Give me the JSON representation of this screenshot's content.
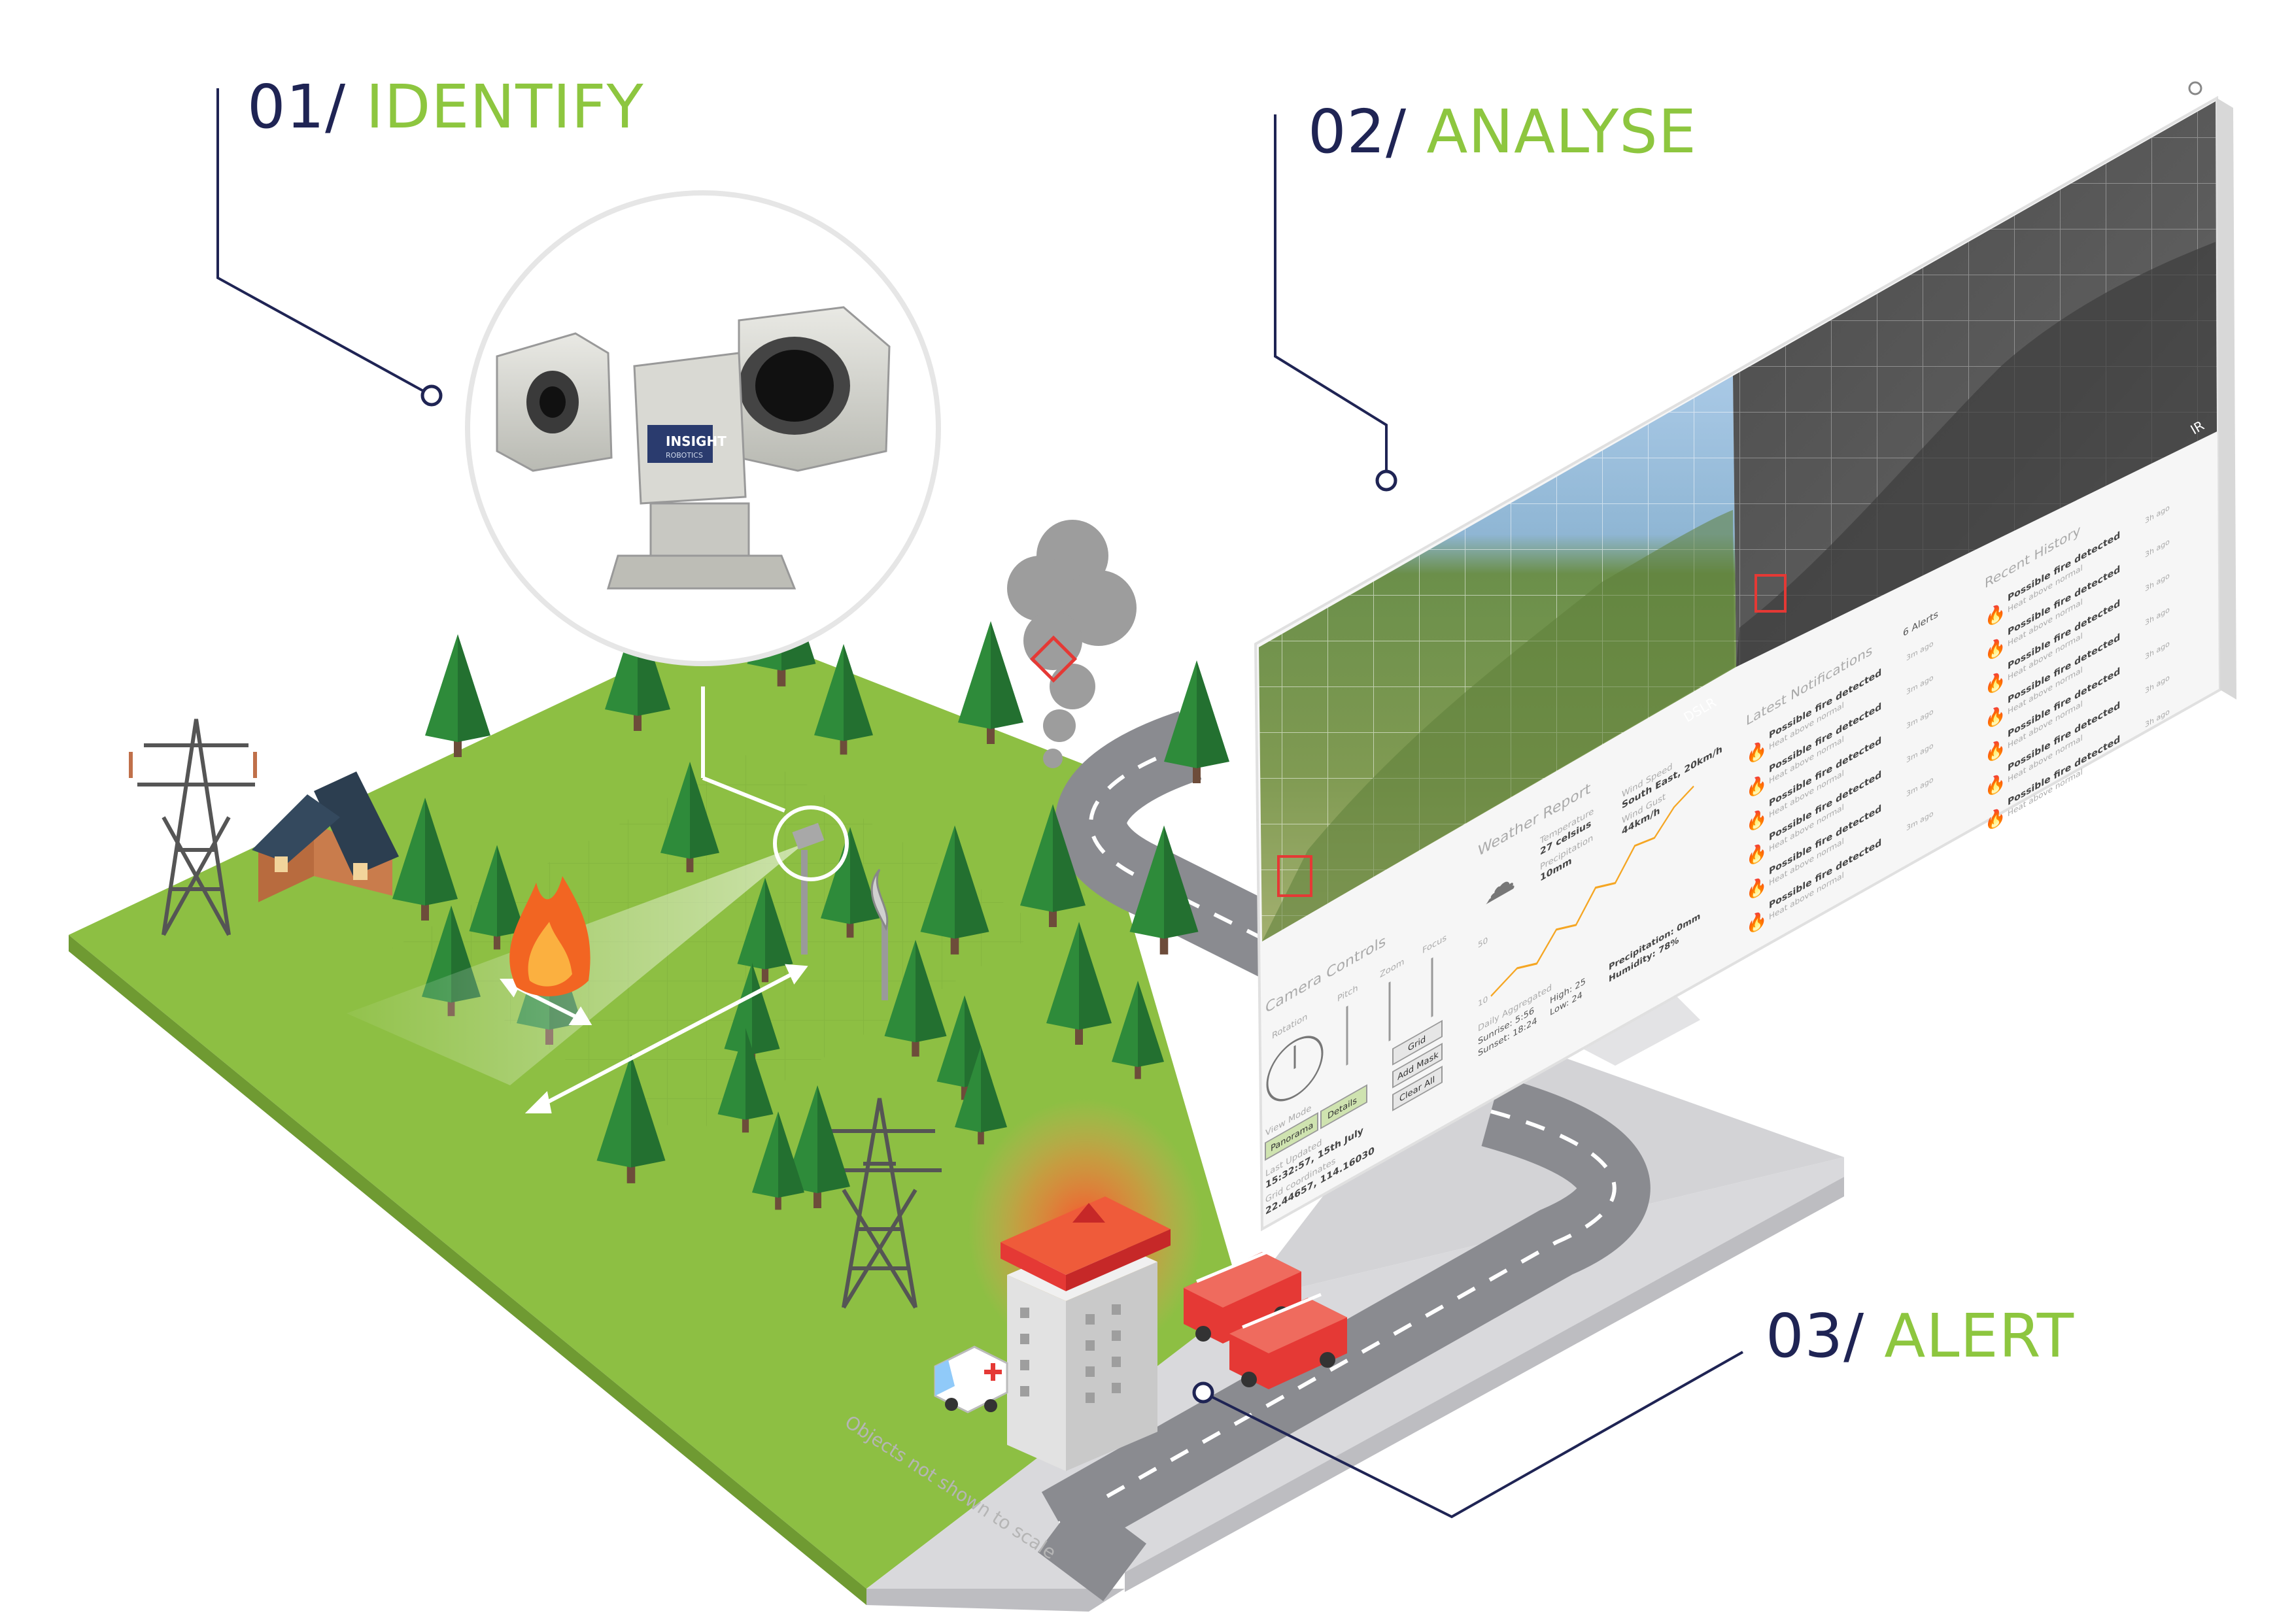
{
  "steps": [
    {
      "num": "01/",
      "word": "IDENTIFY"
    },
    {
      "num": "02/",
      "word": "ANALYSE"
    },
    {
      "num": "03/",
      "word": "ALERT"
    }
  ],
  "camera": {
    "brand": "INSIGHT",
    "sub": "ROBOTICS"
  },
  "footnote": "Objects not shown to scale",
  "dashboard": {
    "feeds": {
      "left_label": "DSLR",
      "right_label": "IR"
    },
    "weather": {
      "title": "Weather Report",
      "temperature_label": "Temperature",
      "temperature_value": "27 celsius",
      "precipitation_label": "Precipitation",
      "precipitation_value": "10mm",
      "wind_label": "Wind Speed",
      "wind_value": "South East, 20km/h",
      "gust_label": "Wind Gust",
      "gust_value": "44km/h",
      "axis_50": "50",
      "axis_10": "10"
    },
    "daily": {
      "title": "Daily Aggregated",
      "sunrise": "Sunrise: 5:56",
      "sunset": "Sunset: 18:24",
      "high": "High: 25",
      "low": "Low: 24",
      "precip": "Precipitation: 0mm",
      "humidity": "Humidity: 78%"
    },
    "camera_controls": {
      "title": "Camera Controls",
      "rotation": "Rotation",
      "pitch": "Pitch",
      "zoom": "Zoom",
      "focus": "Focus",
      "view_mode": "View Mode",
      "panorama": "Panorama",
      "details": "Details",
      "grid": "Grid",
      "add_mask": "Add Mask",
      "clear_all": "Clear All",
      "last_updated_label": "Last Updated",
      "last_updated_value": "15:32:57, 15th July",
      "coords_label": "Grid coordinates",
      "coords_value": "22.44657, 114.16030"
    },
    "notifications": {
      "title": "Latest Notifications",
      "count": "6 Alerts",
      "items": [
        {
          "title": "Possible fire detected",
          "sub": "Heat above normal",
          "time": "3m ago"
        },
        {
          "title": "Possible fire detected",
          "sub": "Heat above normal",
          "time": "3m ago"
        },
        {
          "title": "Possible fire detected",
          "sub": "Heat above normal",
          "time": "3m ago"
        },
        {
          "title": "Possible fire detected",
          "sub": "Heat above normal",
          "time": "3m ago"
        },
        {
          "title": "Possible fire detected",
          "sub": "Heat above normal",
          "time": "3m ago"
        },
        {
          "title": "Possible fire detected",
          "sub": "Heat above normal",
          "time": "3m ago"
        }
      ]
    },
    "history": {
      "title": "Recent History",
      "items": [
        {
          "title": "Possible fire detected",
          "sub": "Heat above normal",
          "time": "3h ago"
        },
        {
          "title": "Possible fire detected",
          "sub": "Heat above normal",
          "time": "3h ago"
        },
        {
          "title": "Possible fire detected",
          "sub": "Heat above normal",
          "time": "3h ago"
        },
        {
          "title": "Possible fire detected",
          "sub": "Heat above normal",
          "time": "3h ago"
        },
        {
          "title": "Possible fire detected",
          "sub": "Heat above normal",
          "time": "3h ago"
        },
        {
          "title": "Possible fire detected",
          "sub": "Heat above normal",
          "time": "3h ago"
        },
        {
          "title": "Possible fire detected",
          "sub": "Heat above normal",
          "time": "3h ago"
        }
      ]
    }
  },
  "colors": {
    "navy": "#1f2454",
    "green_accent": "#8dc63f",
    "grass": "#8bc34a",
    "road": "#cfcfd1",
    "fire_red": "#e53935"
  }
}
